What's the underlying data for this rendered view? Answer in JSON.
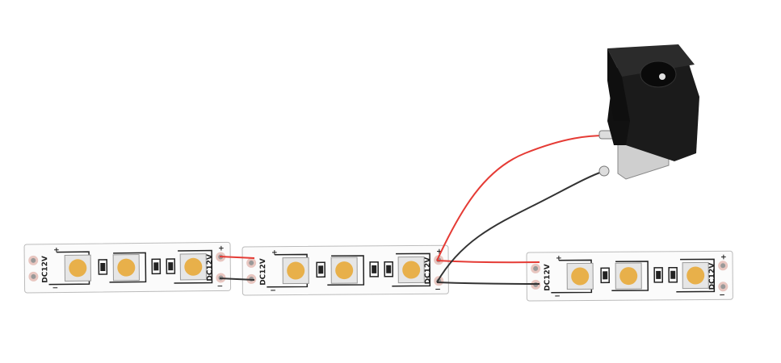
{
  "strips": [
    {
      "name": "led-strip-1",
      "label": "DC12V",
      "plus": "+",
      "minus": "−"
    },
    {
      "name": "led-strip-2",
      "label": "DC12V",
      "plus": "+",
      "minus": "−"
    },
    {
      "name": "led-strip-3",
      "label": "DC12V",
      "plus": "+",
      "minus": "−"
    }
  ],
  "colors": {
    "positive_wire": "#e53b35",
    "negative_wire": "#333333",
    "led": "#e8b04a",
    "jack": "#1b1b1b"
  }
}
